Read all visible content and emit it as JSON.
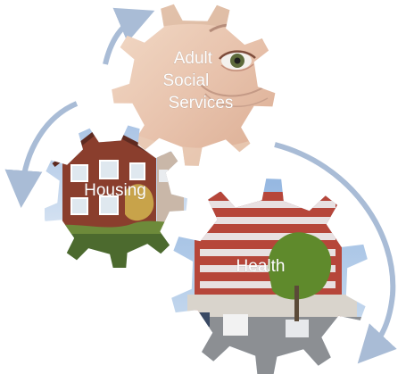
{
  "diagram": {
    "nodes": [
      {
        "id": "adult-social-services",
        "label_lines": [
          "Adult",
          "Social",
          "Services"
        ],
        "image": "elderly-face-eye"
      },
      {
        "id": "housing",
        "label_lines": [
          "Housing"
        ],
        "image": "brick-house"
      },
      {
        "id": "health",
        "label_lines": [
          "Health"
        ],
        "image": "hospital-building"
      }
    ],
    "cycle_order": [
      "adult-social-services",
      "housing",
      "health"
    ],
    "colors": {
      "arrow": "#a9bcd6",
      "label_text": "#ffffff",
      "background": "#ffffff"
    },
    "icons": [
      "cycle-arrow-icon"
    ]
  }
}
